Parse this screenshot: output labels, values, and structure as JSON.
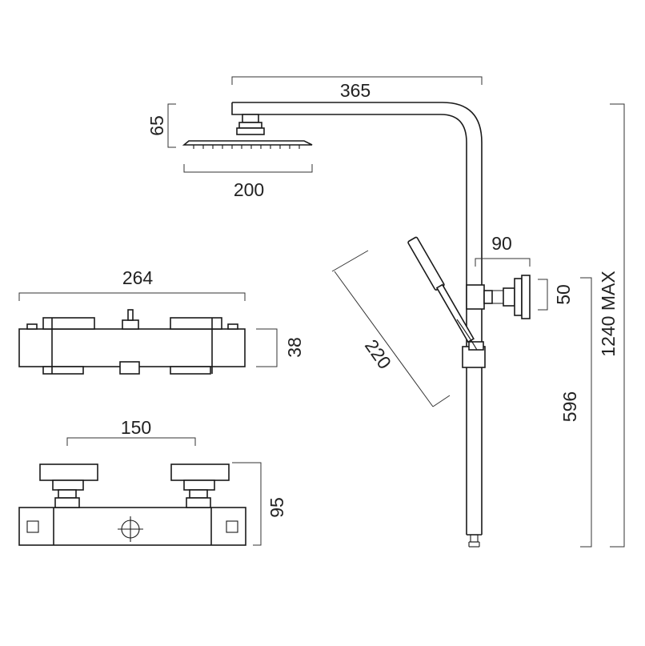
{
  "dimensions": {
    "head_arm_length": "365",
    "head_height": "65",
    "head_width": "200",
    "body_length": "264",
    "body_depth": "38",
    "inlet_spacing": "150",
    "body_height": "95",
    "wall_bracket_depth": "90",
    "wall_bracket_height": "50",
    "hand_shower_length": "220",
    "max_height": "1240 MAX",
    "lower_height": "596"
  }
}
